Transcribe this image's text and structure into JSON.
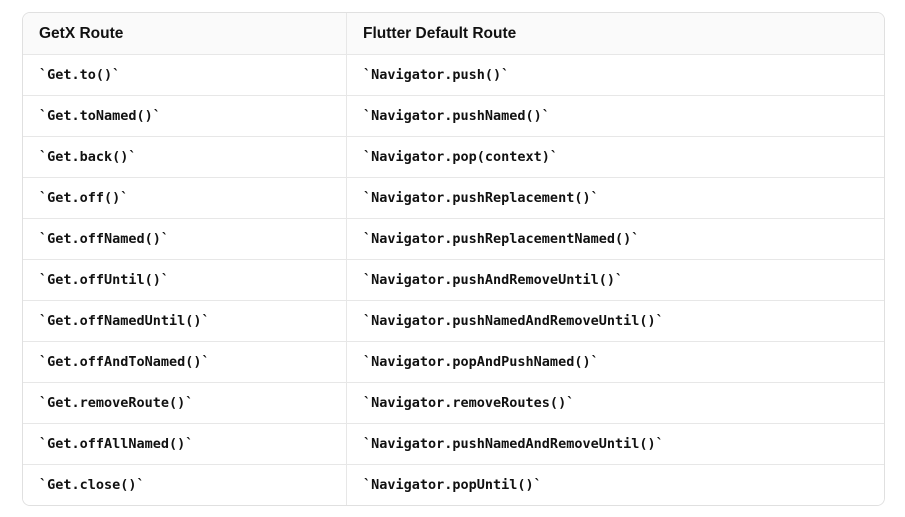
{
  "table": {
    "headers": {
      "getx": "GetX Route",
      "flutter": "Flutter Default Route"
    },
    "rows": [
      {
        "getx": "`Get.to()`",
        "flutter": "`Navigator.push()`"
      },
      {
        "getx": "`Get.toNamed()`",
        "flutter": "`Navigator.pushNamed()`"
      },
      {
        "getx": "`Get.back()`",
        "flutter": "`Navigator.pop(context)`"
      },
      {
        "getx": "`Get.off()`",
        "flutter": "`Navigator.pushReplacement()`"
      },
      {
        "getx": "`Get.offNamed()`",
        "flutter": "`Navigator.pushReplacementNamed()`"
      },
      {
        "getx": "`Get.offUntil()`",
        "flutter": "`Navigator.pushAndRemoveUntil()`"
      },
      {
        "getx": "`Get.offNamedUntil()`",
        "flutter": "`Navigator.pushNamedAndRemoveUntil()`"
      },
      {
        "getx": "`Get.offAndToNamed()`",
        "flutter": "`Navigator.popAndPushNamed()`"
      },
      {
        "getx": "`Get.removeRoute()`",
        "flutter": "`Navigator.removeRoutes()`"
      },
      {
        "getx": "`Get.offAllNamed()`",
        "flutter": "`Navigator.pushNamedAndRemoveUntil()`"
      },
      {
        "getx": "`Get.close()`",
        "flutter": "`Navigator.popUntil()`"
      }
    ],
    "colors": {
      "border": "#e0e0e0",
      "divider": "#e7e7e7",
      "header_bg": "#fafafa",
      "text": "#111111",
      "page_bg": "#ffffff"
    }
  }
}
